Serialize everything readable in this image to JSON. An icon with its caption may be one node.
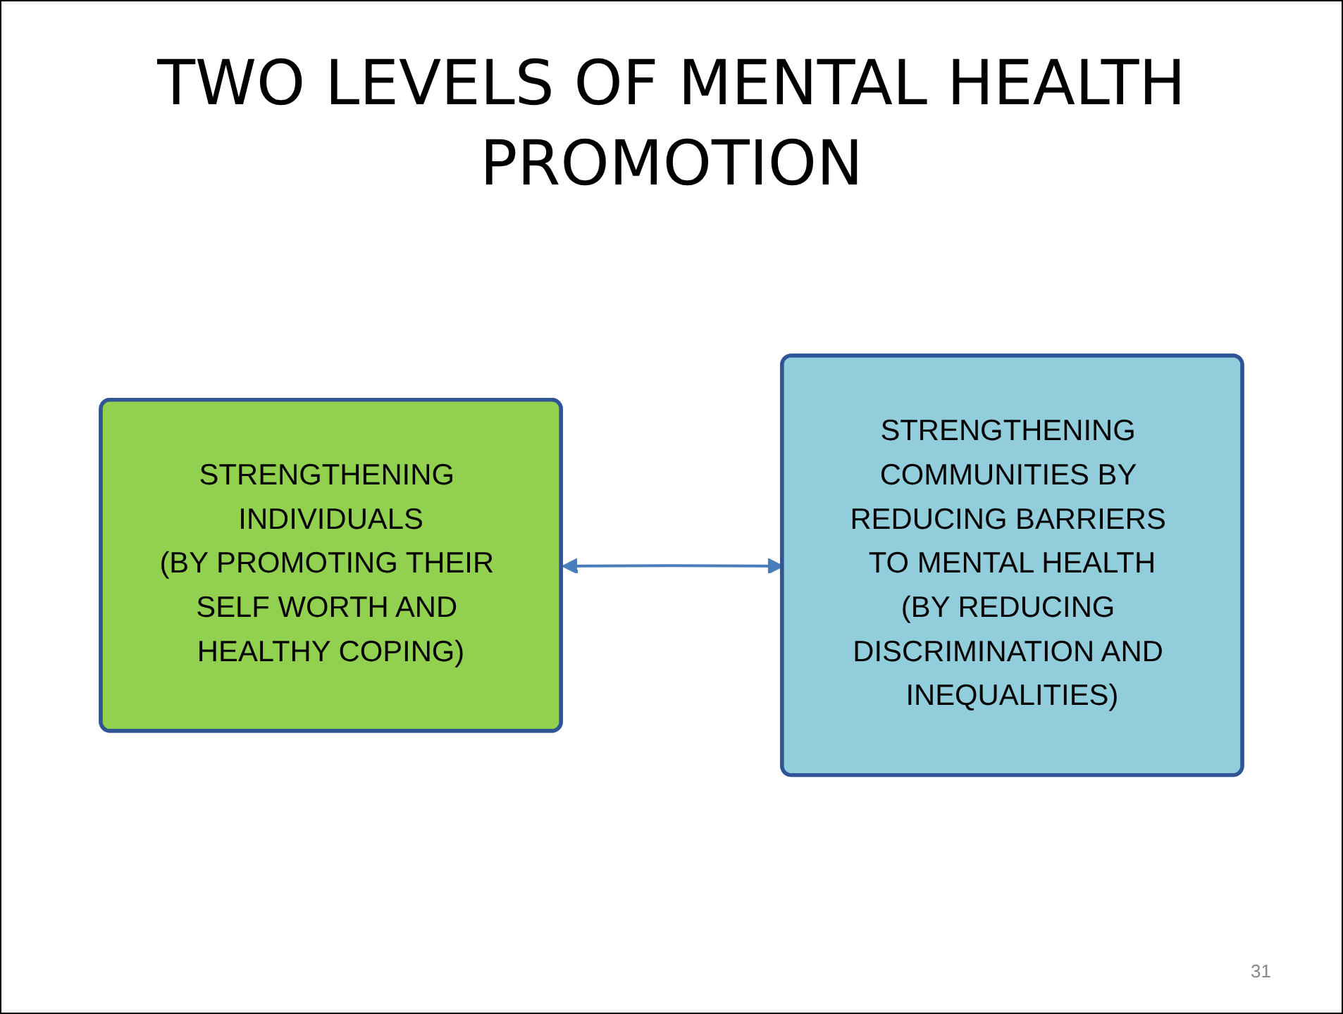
{
  "diagram": {
    "title": "TWO LEVELS OF MENTAL HEALTH PROMOTION",
    "nodes": [
      {
        "text": [
          "STRENGTHENING INDIVIDUALS",
          "(BY PROMOTING THEIR SELF WORTH AND HEALTHY COPING)"
        ]
      },
      {
        "text": [
          "STRENGTHENING COMMUNITIES BY REDUCING BARRIERS TO MENTAL HEALTH",
          "(BY REDUCING DISCRIMINATION AND INEQUALITIES)"
        ]
      }
    ],
    "edges": [
      {
        "from": 0,
        "to": 1,
        "arrow": "both"
      }
    ],
    "labels": [
      "31"
    ]
  }
}
